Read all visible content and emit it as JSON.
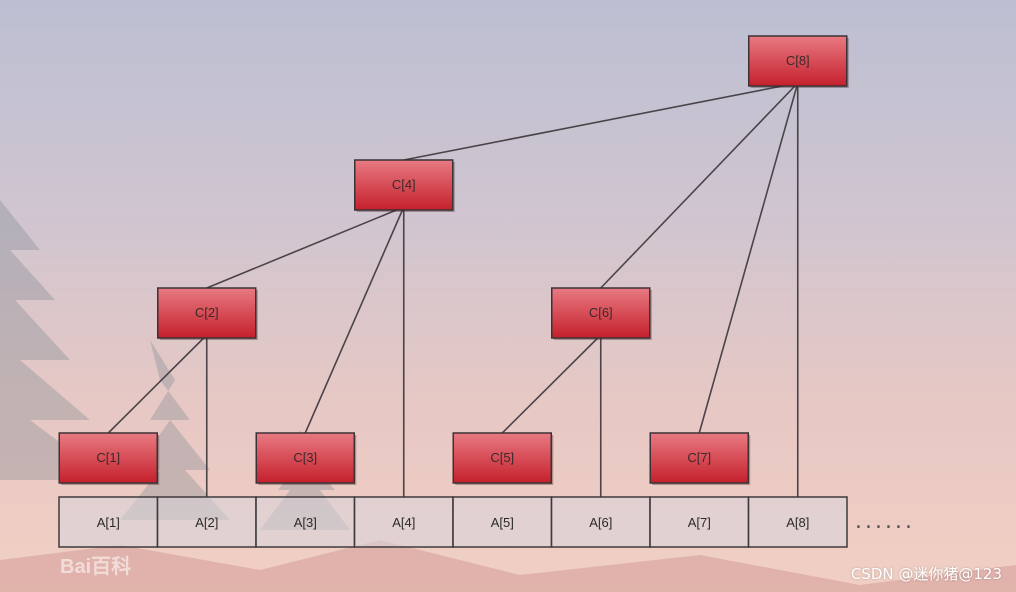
{
  "diagram": {
    "tree_nodes": [
      {
        "id": "C1",
        "label": "C[1]",
        "level": 0,
        "index": 1
      },
      {
        "id": "C2",
        "label": "C[2]",
        "level": 1,
        "index": 2
      },
      {
        "id": "C3",
        "label": "C[3]",
        "level": 0,
        "index": 3
      },
      {
        "id": "C4",
        "label": "C[4]",
        "level": 2,
        "index": 4
      },
      {
        "id": "C5",
        "label": "C[5]",
        "level": 0,
        "index": 5
      },
      {
        "id": "C6",
        "label": "C[6]",
        "level": 1,
        "index": 6
      },
      {
        "id": "C7",
        "label": "C[7]",
        "level": 0,
        "index": 7
      },
      {
        "id": "C8",
        "label": "C[8]",
        "level": 3,
        "index": 8
      }
    ],
    "array_cells": [
      "A[1]",
      "A[2]",
      "A[3]",
      "A[4]",
      "A[5]",
      "A[6]",
      "A[7]",
      "A[8]"
    ],
    "edges": [
      {
        "from": "C1",
        "to": "C2"
      },
      {
        "from": "A2",
        "to": "C2"
      },
      {
        "from": "C2",
        "to": "C4"
      },
      {
        "from": "C3",
        "to": "C4"
      },
      {
        "from": "A4",
        "to": "C4"
      },
      {
        "from": "C5",
        "to": "C6"
      },
      {
        "from": "A6",
        "to": "C6"
      },
      {
        "from": "C4",
        "to": "C8"
      },
      {
        "from": "C6",
        "to": "C8"
      },
      {
        "from": "C7",
        "to": "C8"
      },
      {
        "from": "A8",
        "to": "C8"
      }
    ],
    "ellipsis": "......"
  },
  "colors": {
    "node_top": "#e87a82",
    "node_bottom": "#c5202c",
    "cell_fill": "#d8d6dc",
    "edge": "#4a4448"
  },
  "watermarks": {
    "baidu": "Bai百科",
    "csdn": "CSDN @迷你猪@123"
  }
}
